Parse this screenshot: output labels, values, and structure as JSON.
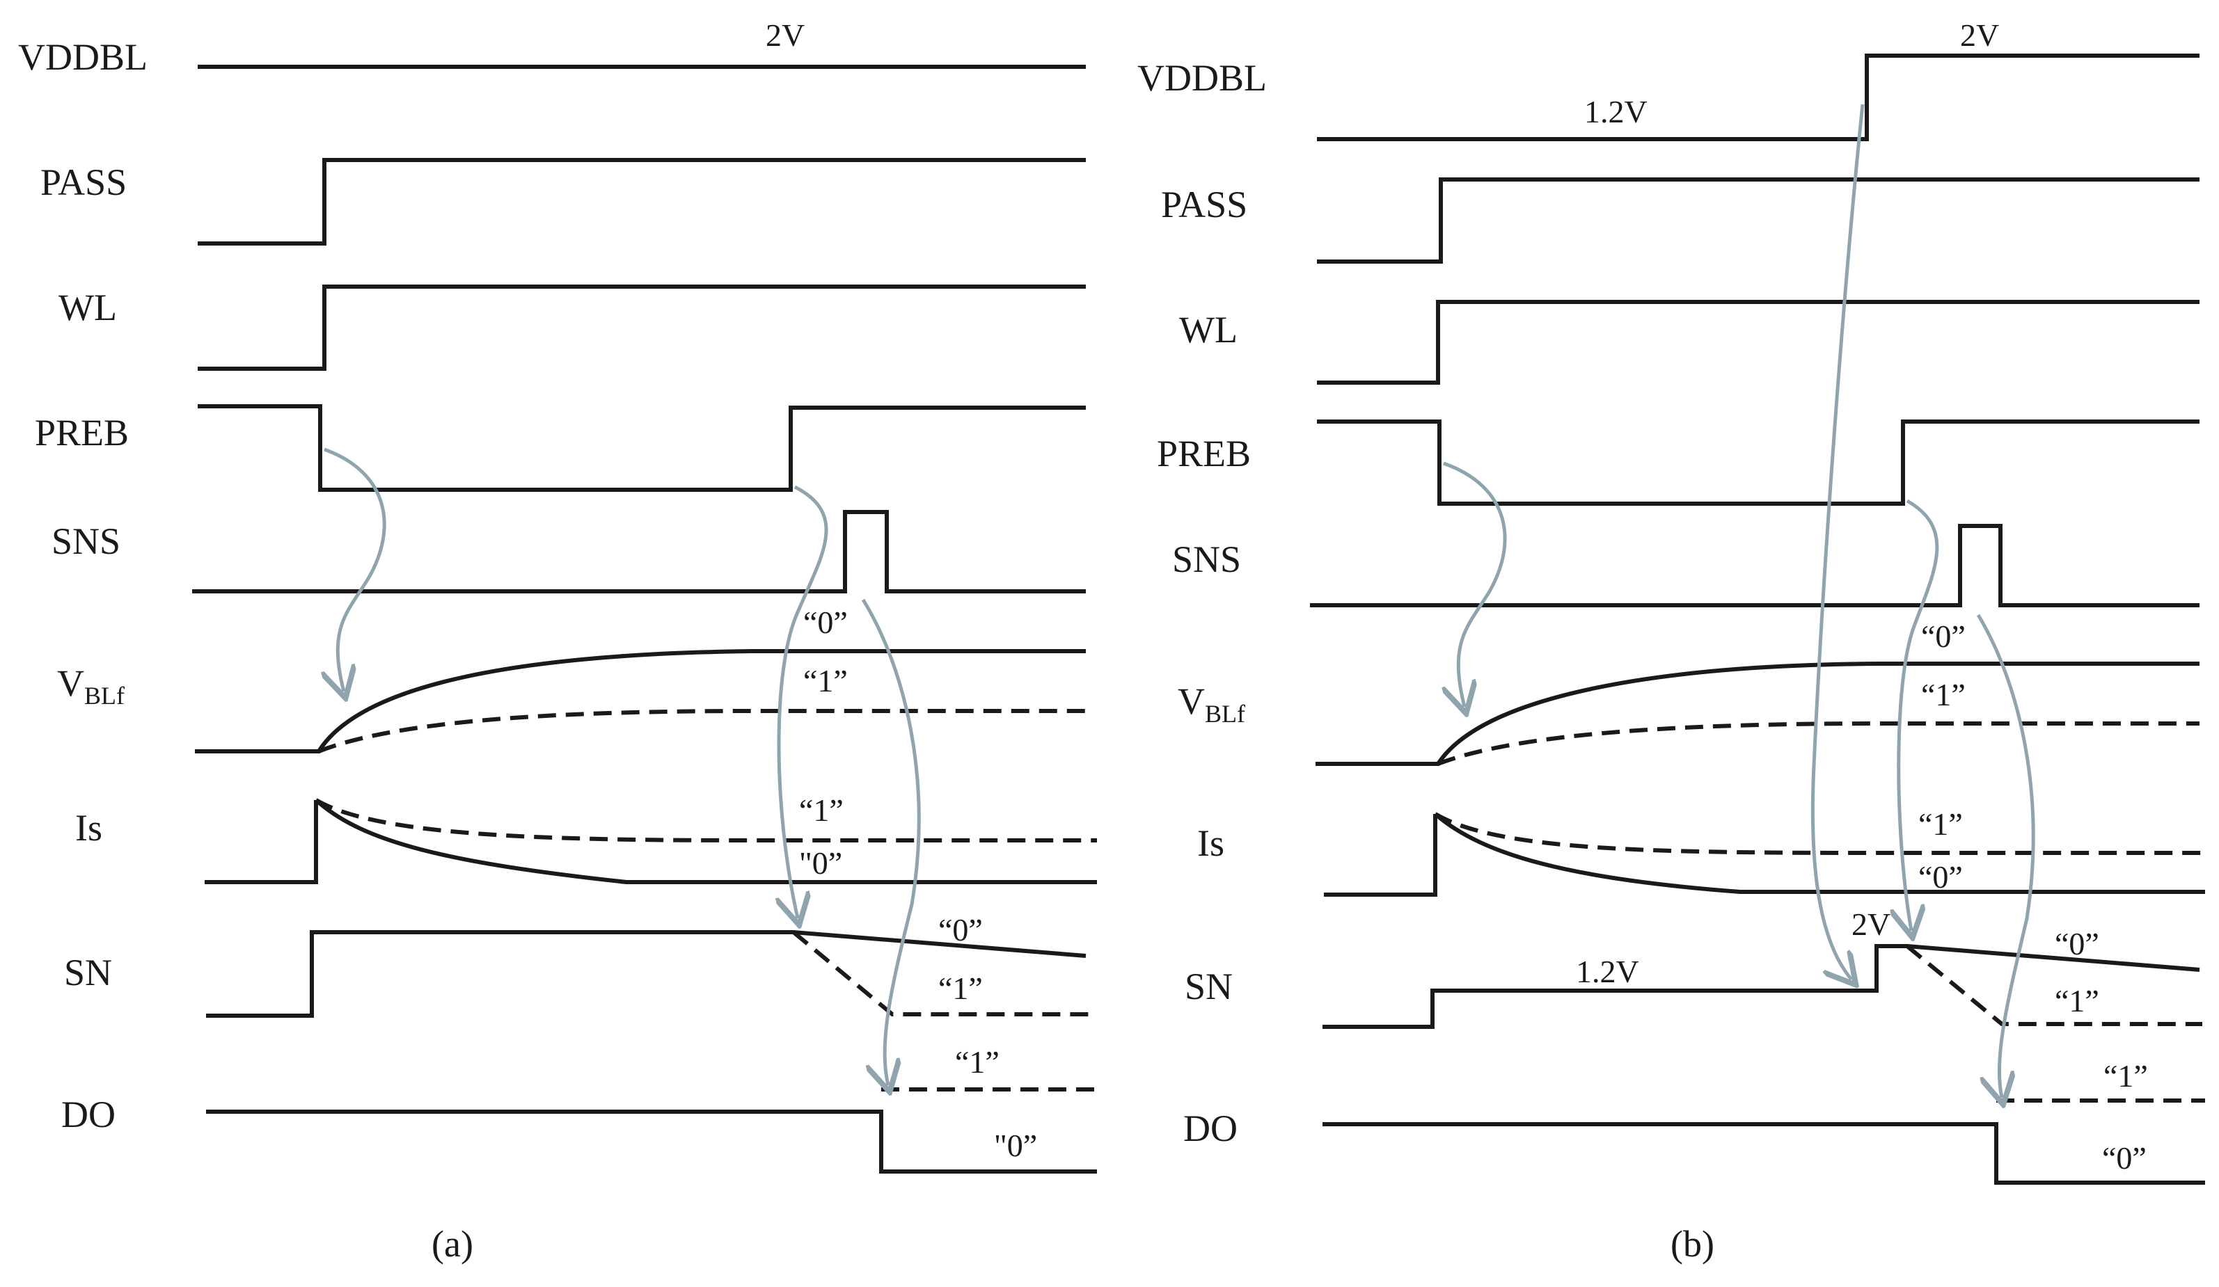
{
  "panels": {
    "a": {
      "caption": "(a)",
      "signals": {
        "vddbl": "VDDBL",
        "pass": "PASS",
        "wl": "WL",
        "preb": "PREB",
        "sns": "SNS",
        "vblf_main": "V",
        "vblf_sub": "BLf",
        "is": "Is",
        "sn": "SN",
        "do": "DO"
      },
      "annotations": {
        "vddbl_level": "2V",
        "vblf_zero": "“0”",
        "vblf_one": "“1”",
        "is_one": "“1”",
        "is_zero": "\"0”",
        "sn_zero": "“0”",
        "sn_one": "“1”",
        "do_one": "“1”",
        "do_zero": "\"0”"
      }
    },
    "b": {
      "caption": "(b)",
      "signals": {
        "vddbl": "VDDBL",
        "pass": "PASS",
        "wl": "WL",
        "preb": "PREB",
        "sns": "SNS",
        "vblf_main": "V",
        "vblf_sub": "BLf",
        "is": "Is",
        "sn": "SN",
        "do": "DO"
      },
      "annotations": {
        "vddbl_high": "2V",
        "vddbl_low": "1.2V",
        "vblf_zero": "“0”",
        "vblf_one": "“1”",
        "is_one": "“1”",
        "is_zero": "“0”",
        "sn_high": "2V",
        "sn_low": "1.2V",
        "sn_zero": "“0”",
        "sn_one": "“1”",
        "do_one": "“1”",
        "do_zero": "“0”"
      }
    }
  }
}
